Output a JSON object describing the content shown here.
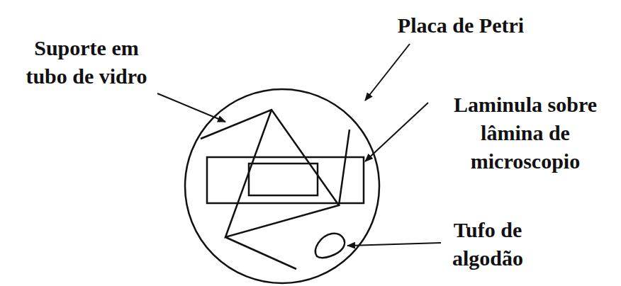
{
  "diagram": {
    "labels": [
      "Placa de Petri",
      "Suporte em tubo de vidro",
      "Laminula sobre lâmina de microscopio",
      "Tufo de algodão"
    ]
  }
}
